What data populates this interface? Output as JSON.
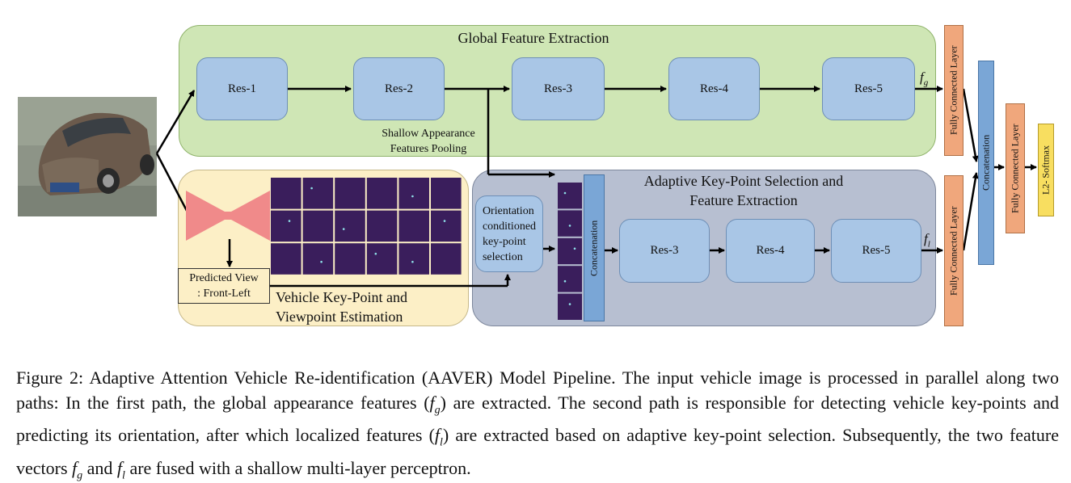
{
  "regions": {
    "global_title": "Global Feature Extraction",
    "adaptive_title_line1": "Adaptive Key-Point Selection and",
    "adaptive_title_line2": "Feature Extraction",
    "keypoint_title_line1": "Vehicle Key-Point and",
    "keypoint_title_line2": "Viewpoint Estimation"
  },
  "global_path": {
    "blocks": [
      "Res-1",
      "Res-2",
      "Res-3",
      "Res-4",
      "Res-5"
    ],
    "output_label": "f",
    "output_sub": "g",
    "pooling_line1": "Shallow Appearance",
    "pooling_line2": "Features Pooling"
  },
  "local_path": {
    "orientation_lines": [
      "Orientation",
      "conditioned",
      "key-point",
      "selection"
    ],
    "blocks": [
      "Res-3",
      "Res-4",
      "Res-5"
    ],
    "output_label": "f",
    "output_sub": "l",
    "predicted_line1": "Predicted View",
    "predicted_line2": ": Front-Left"
  },
  "labels": {
    "concatenation": "Concatenation",
    "fc_layer": "Fully Connected Layer",
    "softmax": "L2- Softmax"
  },
  "colors": {
    "global_bg": "#cfe6b5",
    "keypoint_bg": "#fcefc6",
    "adaptive_bg": "#b7bfd1",
    "res_block": "#a9c6e6",
    "fc_layer": "#f0a77c",
    "concat": "#7aa6d6",
    "softmax": "#f8de60",
    "heatmap": "#3a1e5c",
    "hourglass": "#f08a8a"
  },
  "caption": {
    "p1": "Figure 2: Adaptive Attention Vehicle Re-identification (AAVER) Model Pipeline. The input vehicle image is processed in parallel along two paths: In the first path, the global appearance features (",
    "fg": "f",
    "fg_sub": "g",
    "p2": ") are extracted. The second path is responsible for detecting vehicle key-points and predicting its orientation, after which localized features (",
    "fl": "f",
    "fl_sub": "l",
    "p3": ") are extracted based on adaptive key-point selection. Subsequently, the two feature vectors ",
    "fg2": "f",
    "fg2_sub": "g",
    "p4": " and ",
    "fl2": "f",
    "fl2_sub": "l",
    "p5": " are fused with a shallow multi-layer perceptron."
  }
}
